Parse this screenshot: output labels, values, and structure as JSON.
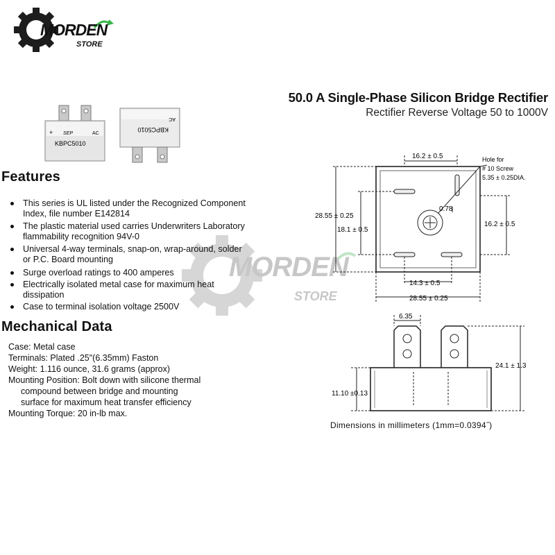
{
  "logo": {
    "brand": "MORDEN",
    "sub": "STORE"
  },
  "watermark": {
    "brand": "MORDEN",
    "sub": "STORE"
  },
  "title": "50.0 A Single-Phase Silicon Bridge Rectifier",
  "subtitle": "Rectifier Reverse Voltage 50 to 1000V",
  "product_photo": {
    "front_label": "KBPC5010",
    "front_plus": "+",
    "front_ac": "AC",
    "front_brand": "SEP",
    "back_label": "KBPC5010",
    "back_ac": "AC"
  },
  "features": {
    "heading": "Features",
    "items": [
      "This series is UL listed under the Recognized Component Index, file number E142814",
      "The plastic material used carries Underwriters Laboratory flammability recognition 94V-0",
      "Universal 4-way terminals, snap-on, wrap-around, solder or P.C. Board mounting",
      "Surge overload ratings to 400 amperes",
      "Electrically isolated metal case for maximum heat dissipation",
      "Case to terminal isolation voltage 2500V"
    ]
  },
  "mechanical": {
    "heading": "Mechanical Data",
    "lines": [
      "Case: Metal case",
      "Terminals: Plated .25\"(6.35mm) Faston",
      "Weight: 1.116 ounce, 31.6 grams (approx)",
      "Mounting Position: Bolt down with silicone thermal",
      "compound between bridge and mounting",
      "surface for maximum heat transfer efficiency",
      "Mounting Torque: 20 in-lb max."
    ]
  },
  "drawing_top": {
    "dim_top": "16.2 ± 0.5",
    "hole_note_1": "Hole for",
    "hole_note_2": "# 10 Screw",
    "hole_note_3": "5.35 ± 0.25DIA.",
    "dim_left_outer": "28.55 ± 0.25",
    "dim_left_inner": "18.1 ± 0.5",
    "dim_hole": "0.78",
    "dim_right": "16.2 ± 0.5",
    "dim_bottom_inner": "14.3 ± 0.5",
    "dim_bottom_outer": "28.55 ± 0.25"
  },
  "drawing_side": {
    "dim_terminal": "6.35",
    "dim_height": "24.1 ± 1.3",
    "dim_body": "11.10 ±0.13"
  },
  "dimensions_note": "Dimensions in millimeters (1mm=0.0394˝)"
}
